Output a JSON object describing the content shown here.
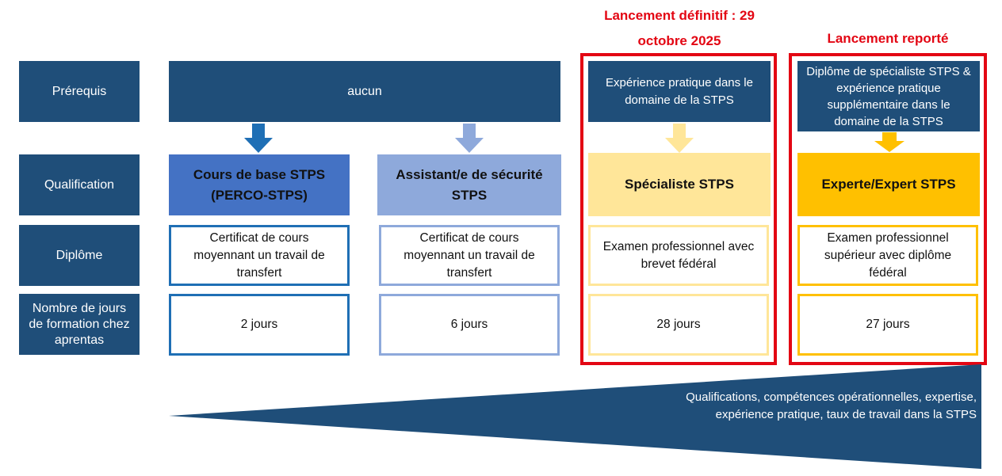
{
  "colors": {
    "navy": "#1F4E79",
    "blue_dark": "#4472C4",
    "blue_dark_border": "#1F6FB5",
    "blue_light": "#8EA9DB",
    "yellow_light": "#FFE699",
    "yellow": "#FFC000",
    "red": "#E30613"
  },
  "row_labels": {
    "prerequis": "Prérequis",
    "qualification": "Qualification",
    "diplome": "Diplôme",
    "jours": "Nombre de jours de formation chez aprentas"
  },
  "launch": {
    "specialiste": "Lancement définitif : 29 octobre 2025",
    "expert": "Lancement reporté"
  },
  "prerequis": {
    "common": "aucun",
    "specialiste": "Expérience pratique dans le domaine de la STPS",
    "expert": "Diplôme de spécialiste STPS & expérience pratique supplémentaire dans le domaine de la STPS"
  },
  "columns": [
    {
      "qualification": "Cours de base STPS (PERCO-STPS)",
      "diplome": "Certificat de cours moyennant un travail de transfert",
      "jours": "2 jours"
    },
    {
      "qualification": "Assistant/e de sécurité STPS",
      "diplome": "Certificat de cours moyennant un travail de transfert",
      "jours": "6 jours"
    },
    {
      "qualification": "Spécialiste STPS",
      "diplome": "Examen professionnel avec brevet fédéral",
      "jours": "28 jours"
    },
    {
      "qualification": "Experte/Expert STPS",
      "diplome": "Examen professionnel supérieur avec diplôme fédéral",
      "jours": "27 jours"
    }
  ],
  "wedge_text": "Qualifications, compétences opérationnelles, expertise, expérience pratique, taux de travail dans la STPS"
}
